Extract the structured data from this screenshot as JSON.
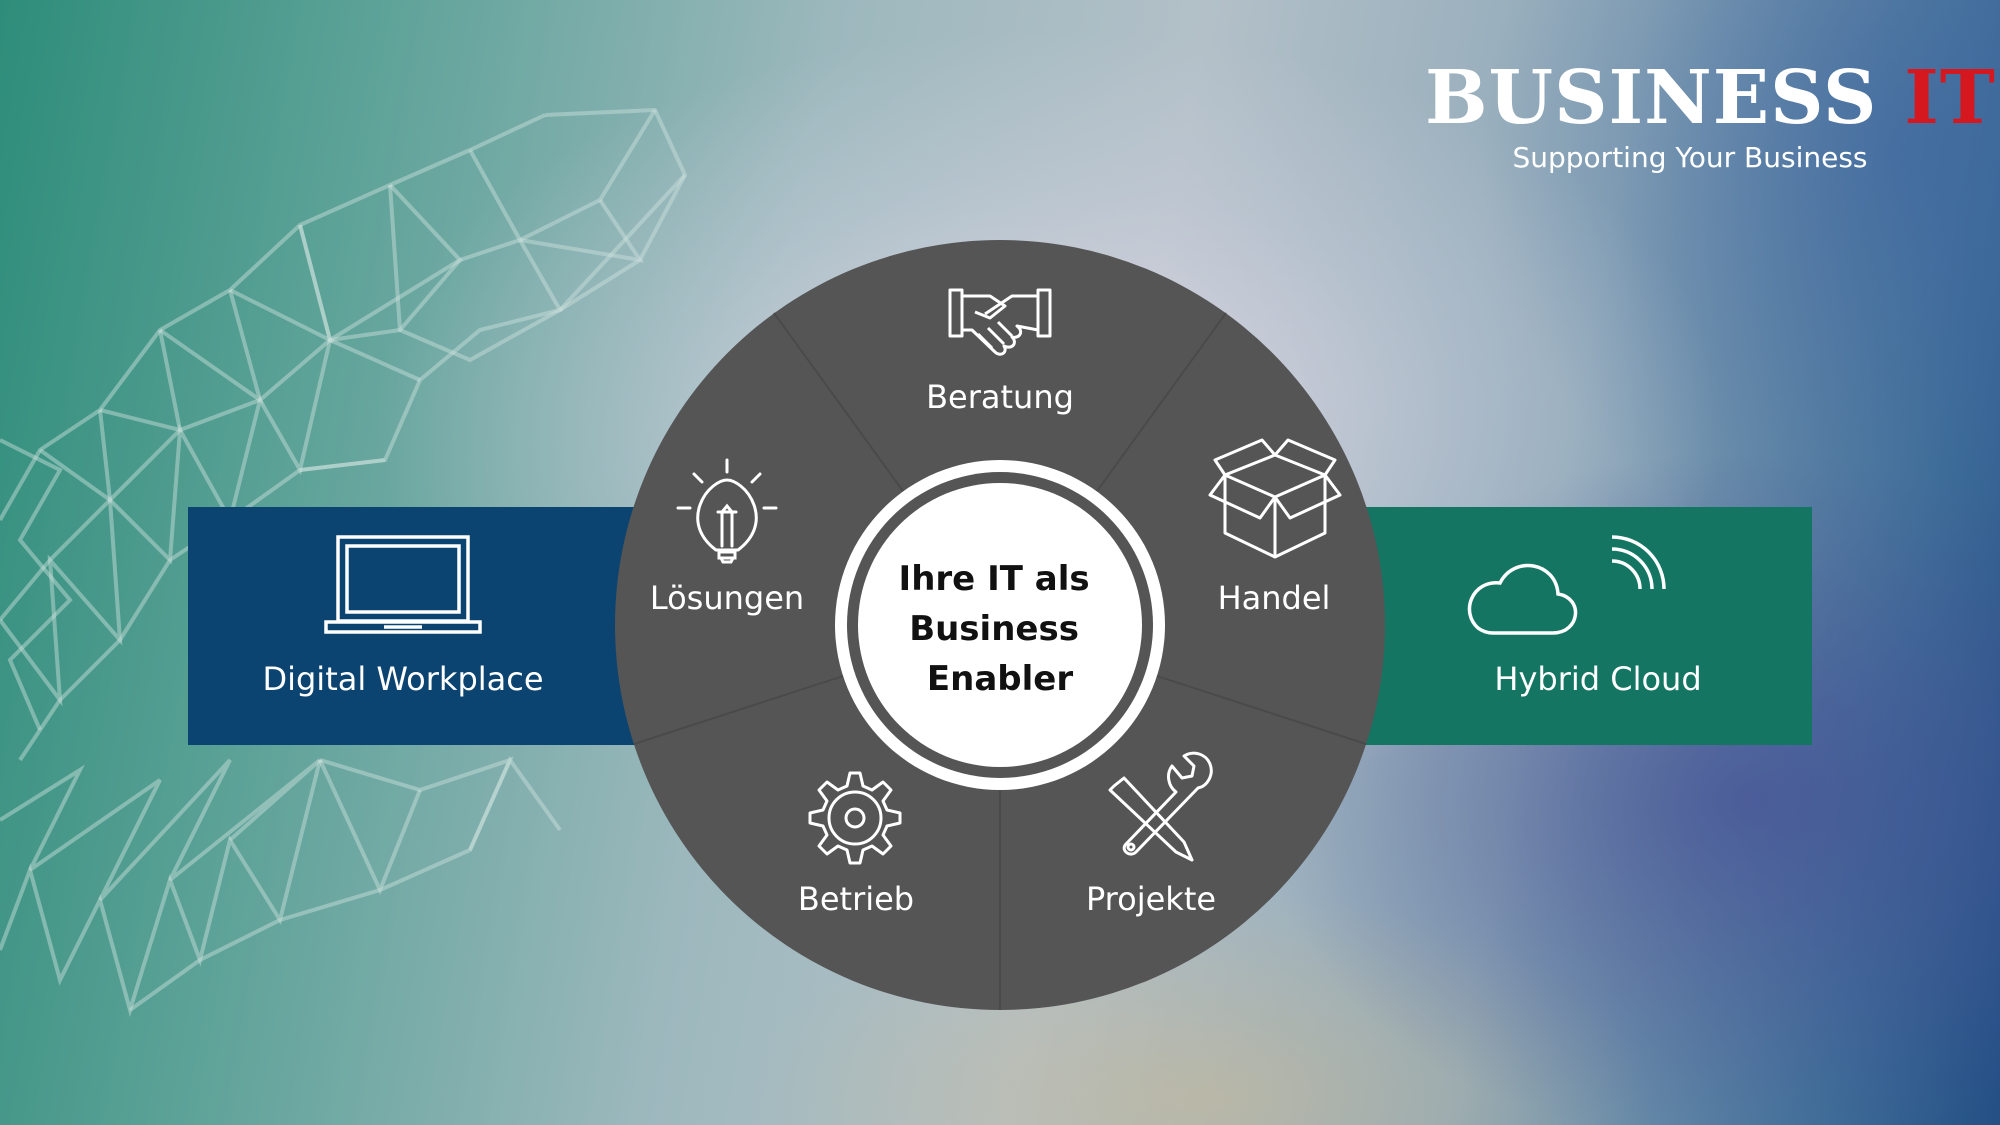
{
  "logo": {
    "brand_word": "BUSINESS",
    "brand_accent": "IT",
    "tagline": "Supporting Your Business"
  },
  "center": {
    "line1": "Ihre IT als",
    "line2": "Business",
    "line3": "Enabler"
  },
  "segments": {
    "beratung": {
      "label": "Beratung",
      "icon": "handshake-icon"
    },
    "handel": {
      "label": "Handel",
      "icon": "box-icon"
    },
    "projekte": {
      "label": "Projekte",
      "icon": "tools-icon"
    },
    "betrieb": {
      "label": "Betrieb",
      "icon": "gear-icon"
    },
    "loesungen": {
      "label": "Lösungen",
      "icon": "lightbulb-icon"
    }
  },
  "side_panels": {
    "left": {
      "label": "Digital Workplace",
      "icon": "laptop-icon",
      "color": "#0b4470"
    },
    "right": {
      "label": "Hybrid Cloud",
      "icon": "cloud-icon",
      "color": "#137562"
    }
  },
  "colors": {
    "wheel": "#555555",
    "accent_red": "#d51820",
    "center": "#ffffff"
  }
}
